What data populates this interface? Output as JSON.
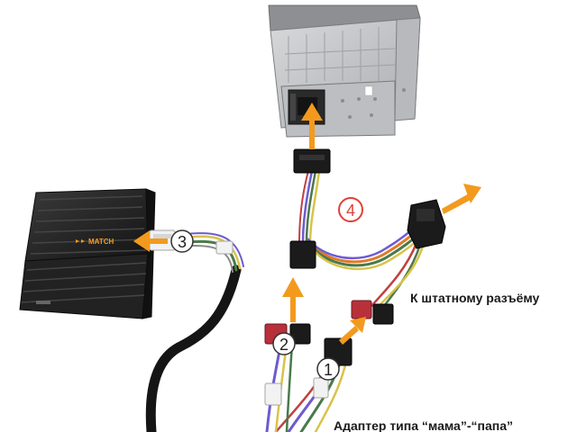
{
  "labels": {
    "stock_connector": "К штатному разъёму",
    "adapter": "Адаптер типа “мама”-“папа”"
  },
  "markers": {
    "m1": "1",
    "m2": "2",
    "m3": "3",
    "m4": "4"
  },
  "colors": {
    "arrow": "#f39a1e",
    "marker4": "#e0413a",
    "amplifier": "#1e1e1e",
    "head_unit": "#c4c6c8",
    "cable": "#151515",
    "connector_white": "#f2f2f2",
    "connector_black": "#1b1b1b",
    "connector_red": "#b8303a"
  },
  "brand": {
    "amp_logo": "MATCH"
  }
}
